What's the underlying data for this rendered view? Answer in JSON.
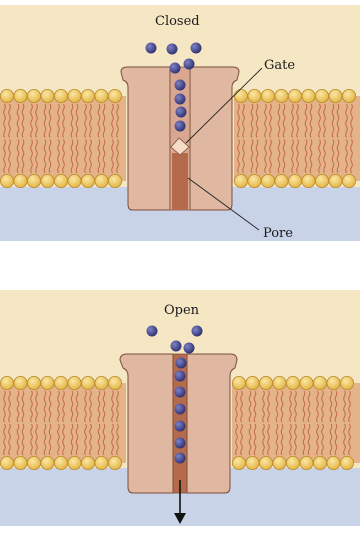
{
  "closed_panel": {
    "title": "Closed",
    "labels": {
      "gate": "Gate",
      "pore": "Pore"
    }
  },
  "open_panel": {
    "title": "Open"
  },
  "colors": {
    "upper_background": "#f6e7c4",
    "lower_background": "#c9d3e8",
    "lipid_head": "#f2c95a",
    "lipid_tail": "#c26a45",
    "membrane_band": "#e4b389",
    "channel_protein": "#e0b7a0",
    "channel_outline": "#7a4e3d",
    "pore_channel": "#b56a4c",
    "ion": "#3d3f86"
  }
}
